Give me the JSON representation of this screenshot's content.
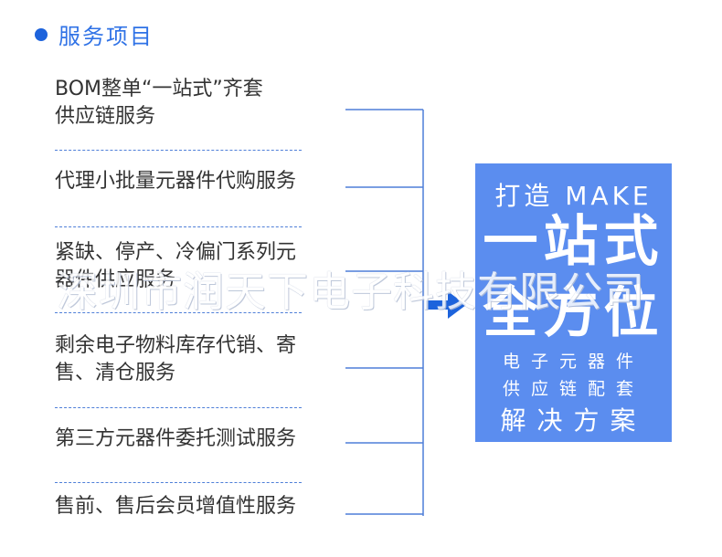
{
  "header": {
    "title": "服务项目"
  },
  "services": [
    {
      "line1": "BOM整单“一站式”齐套",
      "line2": "供应链服务"
    },
    {
      "line1": "代理小批量元器件代购服务",
      "line2": ""
    },
    {
      "line1": "紧缺、停产、冷偏门系列元",
      "line2": "器件供应服务"
    },
    {
      "line1": "剩余电子物料库存代销、寄",
      "line2": "售、清仓服务"
    },
    {
      "line1": "第三方元器件委托测试服务",
      "line2": ""
    },
    {
      "line1": "售前、售后会员增值性服务",
      "line2": ""
    }
  ],
  "panel": {
    "line1": "打造 MAKE",
    "line2": "一站式",
    "line3": "全方位",
    "line4": "电子元器件",
    "line5": "供应链配套",
    "line6": "解决方案"
  },
  "watermark": "深圳市润天下电子科技有限公司",
  "colors": {
    "accent": "#1d63dc",
    "panel": "#5b8def",
    "line": "#4f7fd8"
  }
}
